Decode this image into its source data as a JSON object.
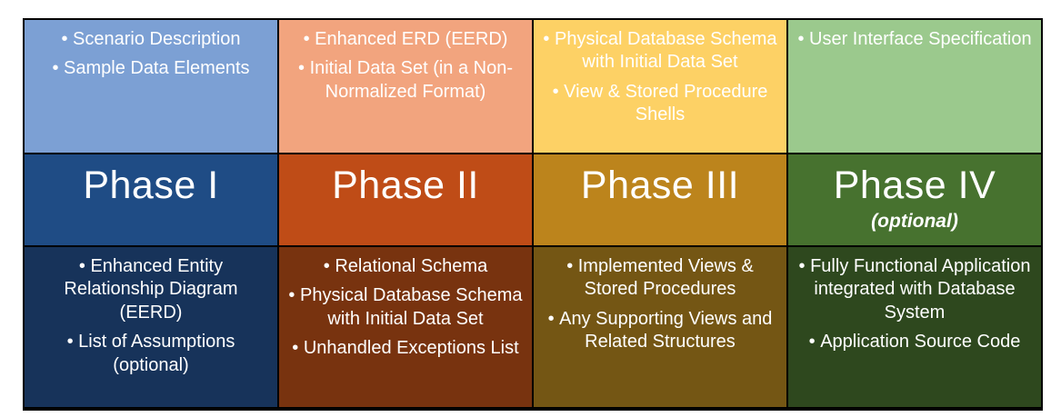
{
  "page": {
    "background": "#ffffff",
    "border_color": "#000000",
    "text_color": "#ffffff"
  },
  "phases": [
    {
      "name": "Phase I",
      "optional_note": "",
      "inputs": [
        "Scenario Description",
        "Sample Data Elements"
      ],
      "deliverables": [
        "Enhanced Entity Relationship Diagram (EERD)",
        "List of Assumptions (optional)"
      ],
      "colors": {
        "top": "#7CA0D4",
        "mid": "#1F4C85",
        "bottom": "#17335A"
      }
    },
    {
      "name": "Phase II",
      "optional_note": "",
      "inputs": [
        "Enhanced ERD (EERD)",
        "Initial Data Set (in a Non-Normalized Format)"
      ],
      "deliverables": [
        "Relational Schema",
        "Physical Database Schema with Initial Data Set",
        "Unhandled Exceptions List"
      ],
      "colors": {
        "top": "#F2A47E",
        "mid": "#BF4C17",
        "bottom": "#78330F"
      }
    },
    {
      "name": "Phase III",
      "optional_note": "",
      "inputs": [
        "Physical Database Schema with Initial Data Set",
        "View & Stored Procedure Shells"
      ],
      "deliverables": [
        "Implemented Views & Stored Procedures",
        "Any Supporting Views and Related Structures"
      ],
      "colors": {
        "top": "#FDD165",
        "mid": "#BC841C",
        "bottom": "#745614"
      }
    },
    {
      "name": "Phase IV",
      "optional_note": "(optional)",
      "inputs": [
        "User Interface Specification"
      ],
      "deliverables": [
        "Fully Functional Application integrated with Database System",
        "Application Source Code"
      ],
      "colors": {
        "top": "#9BC98D",
        "mid": "#47722F",
        "bottom": "#2E481E"
      }
    }
  ]
}
